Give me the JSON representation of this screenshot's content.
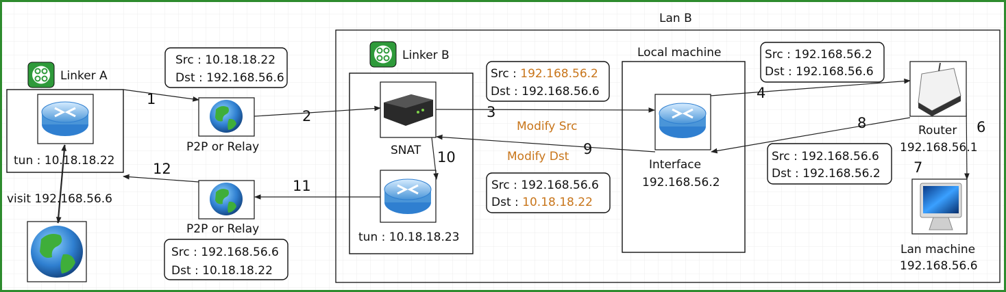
{
  "lan_b_title": "Lan B",
  "linker_a": {
    "title": "Linker A",
    "tun": "tun : 10.18.18.22",
    "visit": "visit 192.168.56.6"
  },
  "linker_b": {
    "title": "Linker B",
    "snat": "SNAT",
    "tun": "tun : 10.18.18.23"
  },
  "p2p_label": "P2P or Relay",
  "local_machine": {
    "title": "Local machine",
    "interface": "Interface",
    "ip": "192.168.56.2"
  },
  "router": {
    "title": "Router",
    "ip": "192.168.56.1"
  },
  "lan_machine": {
    "title": "Lan machine",
    "ip": "192.168.56.6"
  },
  "modify_src": "Modify Src",
  "modify_dst": "Modify Dst",
  "packets": {
    "p1": {
      "src_key": "Src : ",
      "src": "10.18.18.22",
      "dst_key": "Dst : ",
      "dst": "192.168.56.6"
    },
    "p2": {
      "src_key": "Src : ",
      "src": "192.168.56.2",
      "dst_key": "Dst : ",
      "dst": "192.168.56.6"
    },
    "p3": {
      "src_key": "Src : ",
      "src": "192.168.56.2",
      "dst_key": "Dst : ",
      "dst": "192.168.56.6"
    },
    "p4": {
      "src_key": "Src : ",
      "src": "192.168.56.6",
      "dst_key": "Dst : ",
      "dst": "192.168.56.2"
    },
    "p5": {
      "src_key": "Src : ",
      "src": "192.168.56.6",
      "dst_key": "Dst : ",
      "dst": "10.18.18.22"
    },
    "p6": {
      "src_key": "Src : ",
      "src": "192.168.56.6",
      "dst_key": "Dst : ",
      "dst": "10.18.18.22"
    }
  },
  "steps": [
    "1",
    "2",
    "3",
    "4",
    "6",
    "7",
    "8",
    "9",
    "10",
    "11",
    "12"
  ],
  "colors": {
    "frame": "#2e8b2e",
    "highlight": "#c8751a",
    "grid": "#ececec"
  }
}
